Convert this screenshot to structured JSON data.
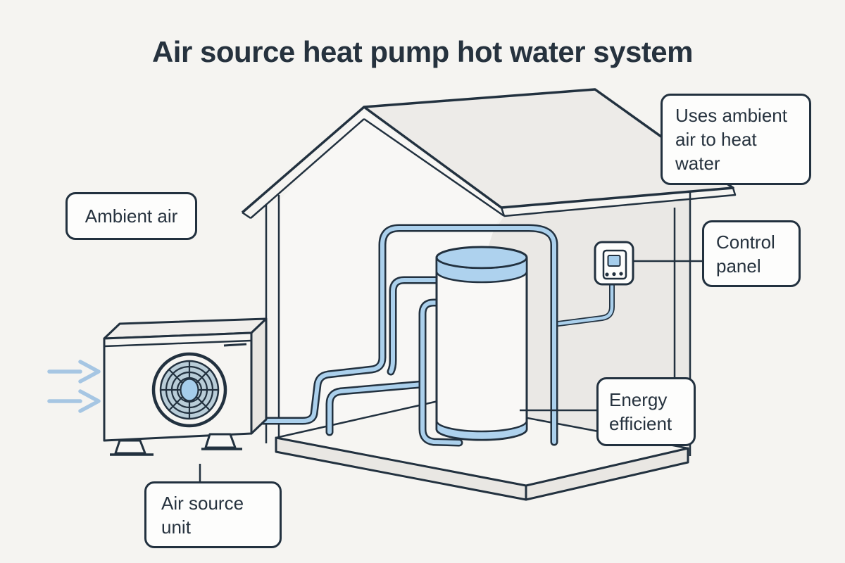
{
  "title": "Air source heat pump hot water system",
  "labels": {
    "ambient_air": "Ambient air",
    "uses_ambient": "Uses ambient\nair to heat\nwater",
    "control_panel": "Control\npanel",
    "energy_efficient": "Energy\nefficient",
    "air_source_unit": "Air source\nunit"
  },
  "diagram_parts": {
    "house": "house-outline",
    "roof": "pitched-roof",
    "tank": "hot-water-cylinder",
    "unit": "air-source-heat-pump-outdoor-unit",
    "fan": "fan-icon",
    "panel": "wall-control-panel-icon",
    "pipes": "water-pipe-network",
    "arrows": "ambient-airflow-arrows-icon"
  },
  "colors": {
    "background": "#f5f4f1",
    "ink": "#22313f",
    "text": "#26323e",
    "pipe": "#abd0ec",
    "tank": "#aed2ee",
    "tank_body": "#f9f8f6",
    "wall_shade": "#eae8e5",
    "roof": "#edebe8",
    "interior": "#f8f7f5",
    "floor_top": "#f6f5f2",
    "floor_side": "#e9e7e3",
    "unit_face": "#f6f5f2",
    "unit_top": "#f0eeeb",
    "unit_side": "#e8e6e2",
    "fan_grille": "#b9cdd8",
    "fan_center": "#a5cdeb",
    "panel_screen": "#a5cdeb",
    "arrow": "#a6c6e3",
    "label_bg": "#fdfdfc"
  }
}
